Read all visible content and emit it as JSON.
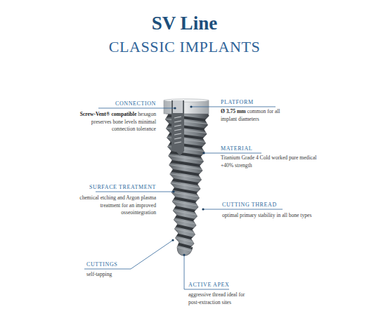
{
  "diagram": {
    "title": "SV Line",
    "labels": [
      "CLASSIC IMPLANTS",
      "CONNECTION",
      "Screw-Vent® compatible",
      "hexagon preserves bone levels minimal connection tolerance",
      "PLATFORM",
      "Ø 3.75 mm",
      "common for all implant diameters",
      "MATERIAL",
      "Titanium Grade 4 Cold worked pure medical +40% strength",
      "SURFACE TREATMENT",
      "chemical etching and Argon plasma treatment for an improved osseointegration",
      "CUTTING THREAD",
      "optimal primary stability in all bone types",
      "CUTTINGS",
      "self-tapping",
      "ACTIVE APEX",
      "aggressive thread ideal for post-extraction sites"
    ]
  }
}
